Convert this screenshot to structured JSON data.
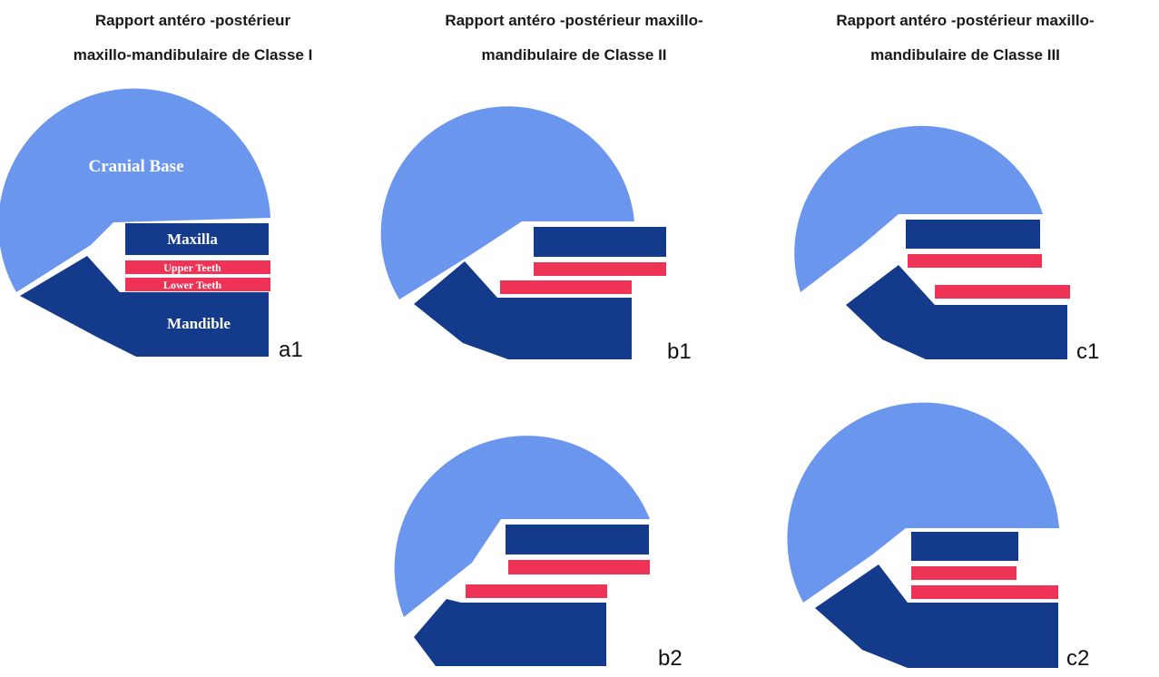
{
  "columns": [
    {
      "line1": "Rapport antéro -postérieur",
      "line2": "maxillo-mandibulaire de Classe I"
    },
    {
      "line1": "Rapport antéro -postérieur maxillo-",
      "line2": "mandibulaire de Classe II"
    },
    {
      "line1": "Rapport antéro -postérieur maxillo-",
      "line2": "mandibulaire de Classe III"
    }
  ],
  "panel_labels": {
    "a1": "a1",
    "b1": "b1",
    "b2": "b2",
    "c1": "c1",
    "c2": "c2"
  },
  "parts": {
    "cranial_base": "Cranial Base",
    "maxilla": "Maxilla",
    "upper_teeth": "Upper Teeth",
    "lower_teeth": "Lower Teeth",
    "mandible": "Mandible"
  },
  "colors": {
    "cranial_base": "#6b96ee",
    "maxilla": "#143a8c",
    "mandible": "#143a8c",
    "teeth": "#ee3356"
  }
}
